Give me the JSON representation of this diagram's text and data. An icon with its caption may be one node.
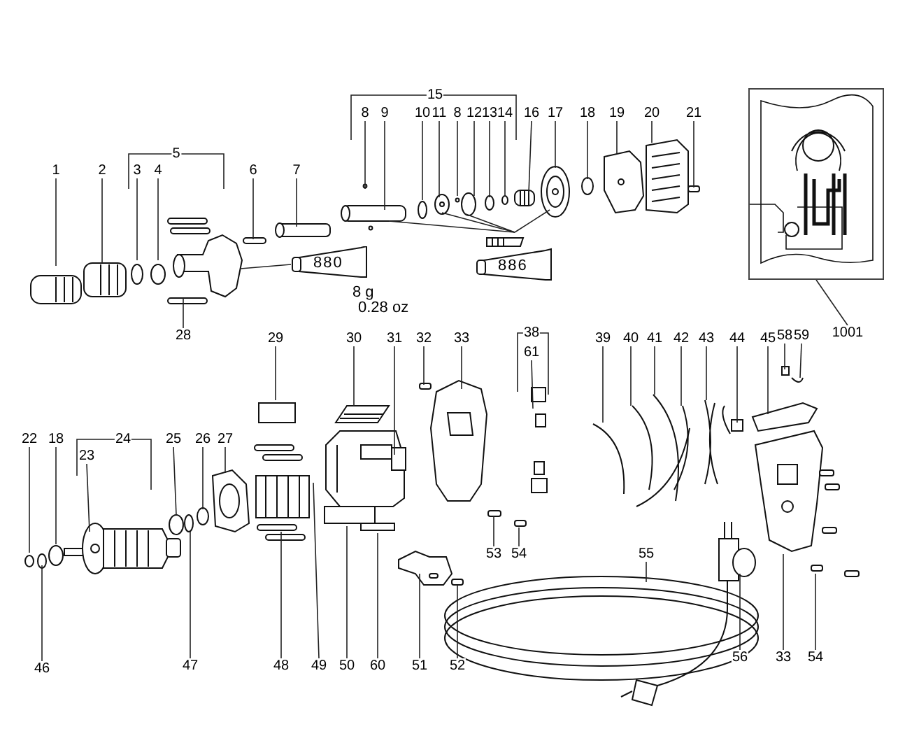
{
  "diagram": {
    "nodes": [
      {
        "text": [
          "1"
        ]
      },
      {
        "text": [
          "2"
        ]
      },
      {
        "text": [
          "3"
        ]
      },
      {
        "text": [
          "4"
        ]
      },
      {
        "text": [
          "6"
        ]
      },
      {
        "text": [
          "7"
        ]
      },
      {
        "text": [
          "8"
        ]
      },
      {
        "text": [
          "9"
        ]
      },
      {
        "text": [
          "10"
        ]
      },
      {
        "text": [
          "11"
        ]
      },
      {
        "text": [
          "8"
        ]
      },
      {
        "text": [
          "12"
        ]
      },
      {
        "text": [
          "13"
        ]
      },
      {
        "text": [
          "14"
        ]
      },
      {
        "text": [
          "16"
        ]
      },
      {
        "text": [
          "17"
        ]
      },
      {
        "text": [
          "18"
        ]
      },
      {
        "text": [
          "19"
        ]
      },
      {
        "text": [
          "20"
        ]
      },
      {
        "text": [
          "21"
        ]
      },
      {
        "text": [],
        "shape": "picture"
      },
      {
        "text": [
          "1001"
        ]
      },
      {
        "text": [
          "880"
        ],
        "beside": [
          "8 g",
          "0.28 oz"
        ]
      },
      {
        "text": [
          "886"
        ]
      },
      {
        "text": [
          "28"
        ]
      },
      {
        "text": [
          "29"
        ]
      },
      {
        "text": [
          "30"
        ]
      },
      {
        "text": [
          "31"
        ]
      },
      {
        "text": [
          "32"
        ]
      },
      {
        "text": [
          "33"
        ]
      },
      {
        "text": [
          "61"
        ]
      },
      {
        "text": [
          "39"
        ]
      },
      {
        "text": [
          "40"
        ]
      },
      {
        "text": [
          "41"
        ]
      },
      {
        "text": [
          "42"
        ]
      },
      {
        "text": [
          "43"
        ]
      },
      {
        "text": [
          "44"
        ]
      },
      {
        "text": [
          "45"
        ]
      },
      {
        "text": [
          "58"
        ]
      },
      {
        "text": [
          "59"
        ]
      },
      {
        "text": [
          "22"
        ]
      },
      {
        "text": [
          "18"
        ]
      },
      {
        "text": [
          "23"
        ]
      },
      {
        "text": [
          "25"
        ]
      },
      {
        "text": [
          "26"
        ]
      },
      {
        "text": [
          "27"
        ]
      },
      {
        "text": [
          "46"
        ]
      },
      {
        "text": [
          "47"
        ]
      },
      {
        "text": [
          "48"
        ]
      },
      {
        "text": [
          "49"
        ]
      },
      {
        "text": [
          "50"
        ]
      },
      {
        "text": [
          "60"
        ]
      },
      {
        "text": [
          "51"
        ]
      },
      {
        "text": [
          "52"
        ]
      },
      {
        "text": [
          "53"
        ]
      },
      {
        "text": [
          "54"
        ]
      },
      {
        "text": [
          "55"
        ]
      },
      {
        "text": [
          "56"
        ]
      },
      {
        "text": [
          "33"
        ]
      },
      {
        "text": [
          "54"
        ]
      },
      {
        "text": [
          "5"
        ]
      },
      {
        "text": [
          "15"
        ]
      },
      {
        "text": [
          "38"
        ]
      },
      {
        "text": [
          "24"
        ]
      }
    ],
    "edges": [
      {
        "from": 0,
        "to": null,
        "arrow": "none"
      },
      {
        "from": 1,
        "to": null,
        "arrow": "none"
      },
      {
        "from": 2,
        "to": null,
        "arrow": "none"
      },
      {
        "from": 3,
        "to": null,
        "arrow": "none"
      },
      {
        "from": 4,
        "to": null,
        "arrow": "none"
      },
      {
        "from": 5,
        "to": null,
        "arrow": "none"
      },
      {
        "from": 6,
        "to": null,
        "arrow": "none"
      },
      {
        "from": 7,
        "to": null,
        "arrow": "none"
      },
      {
        "from": 8,
        "to": null,
        "arrow": "none"
      },
      {
        "from": 9,
        "to": null,
        "arrow": "none"
      },
      {
        "from": 10,
        "to": null,
        "arrow": "none"
      },
      {
        "from": 11,
        "to": null,
        "arrow": "none"
      },
      {
        "from": 12,
        "to": null,
        "arrow": "none"
      },
      {
        "from": 13,
        "to": null,
        "arrow": "none"
      },
      {
        "from": 14,
        "to": null,
        "arrow": "none"
      },
      {
        "from": 15,
        "to": null,
        "arrow": "none"
      },
      {
        "from": 16,
        "to": null,
        "arrow": "none"
      },
      {
        "from": 17,
        "to": null,
        "arrow": "none"
      },
      {
        "from": 18,
        "to": null,
        "arrow": "none"
      },
      {
        "from": 19,
        "to": null,
        "arrow": "none"
      },
      {
        "from": 21,
        "to": 20,
        "arrow": "none"
      },
      {
        "from": 22,
        "to": null,
        "arrow": "none"
      },
      {
        "from": 23,
        "to": null,
        "arrow": "none"
      },
      {
        "from": 23,
        "to": null,
        "arrow": "none"
      },
      {
        "from": 23,
        "to": null,
        "arrow": "none"
      },
      {
        "from": 23,
        "to": null,
        "arrow": "none"
      },
      {
        "from": 24,
        "to": null,
        "arrow": "none"
      },
      {
        "from": 25,
        "to": null,
        "arrow": "none"
      },
      {
        "from": 26,
        "to": null,
        "arrow": "none"
      },
      {
        "from": 27,
        "to": null,
        "arrow": "none"
      },
      {
        "from": 28,
        "to": null,
        "arrow": "none"
      },
      {
        "from": 29,
        "to": null,
        "arrow": "none"
      },
      {
        "from": 30,
        "to": null,
        "arrow": "none"
      },
      {
        "from": 31,
        "to": null,
        "arrow": "none"
      },
      {
        "from": 32,
        "to": null,
        "arrow": "none"
      },
      {
        "from": 33,
        "to": null,
        "arrow": "none"
      },
      {
        "from": 34,
        "to": null,
        "arrow": "none"
      },
      {
        "from": 35,
        "to": null,
        "arrow": "none"
      },
      {
        "from": 36,
        "to": null,
        "arrow": "none"
      },
      {
        "from": 37,
        "to": null,
        "arrow": "none"
      },
      {
        "from": 38,
        "to": null,
        "arrow": "none"
      },
      {
        "from": 39,
        "to": null,
        "arrow": "none"
      },
      {
        "from": 40,
        "to": null,
        "arrow": "none"
      },
      {
        "from": 41,
        "to": null,
        "arrow": "none"
      },
      {
        "from": 42,
        "to": null,
        "arrow": "none"
      },
      {
        "from": 43,
        "to": null,
        "arrow": "none"
      },
      {
        "from": 44,
        "to": null,
        "arrow": "none"
      },
      {
        "from": 45,
        "to": null,
        "arrow": "none"
      },
      {
        "from": 46,
        "to": null,
        "arrow": "none"
      },
      {
        "from": 47,
        "to": null,
        "arrow": "none"
      },
      {
        "from": 48,
        "to": null,
        "arrow": "none"
      },
      {
        "from": 49,
        "to": null,
        "arrow": "none"
      },
      {
        "from": 50,
        "to": null,
        "arrow": "none"
      },
      {
        "from": 51,
        "to": null,
        "arrow": "none"
      },
      {
        "from": 52,
        "to": null,
        "arrow": "none"
      },
      {
        "from": 53,
        "to": null,
        "arrow": "none"
      },
      {
        "from": 54,
        "to": null,
        "arrow": "none"
      },
      {
        "from": 55,
        "to": null,
        "arrow": "none"
      },
      {
        "from": 56,
        "to": null,
        "arrow": "none"
      },
      {
        "from": 57,
        "to": null,
        "arrow": "none"
      },
      {
        "from": 58,
        "to": null,
        "arrow": "none"
      },
      {
        "from": 59,
        "to": null,
        "arrow": "none"
      }
    ]
  }
}
